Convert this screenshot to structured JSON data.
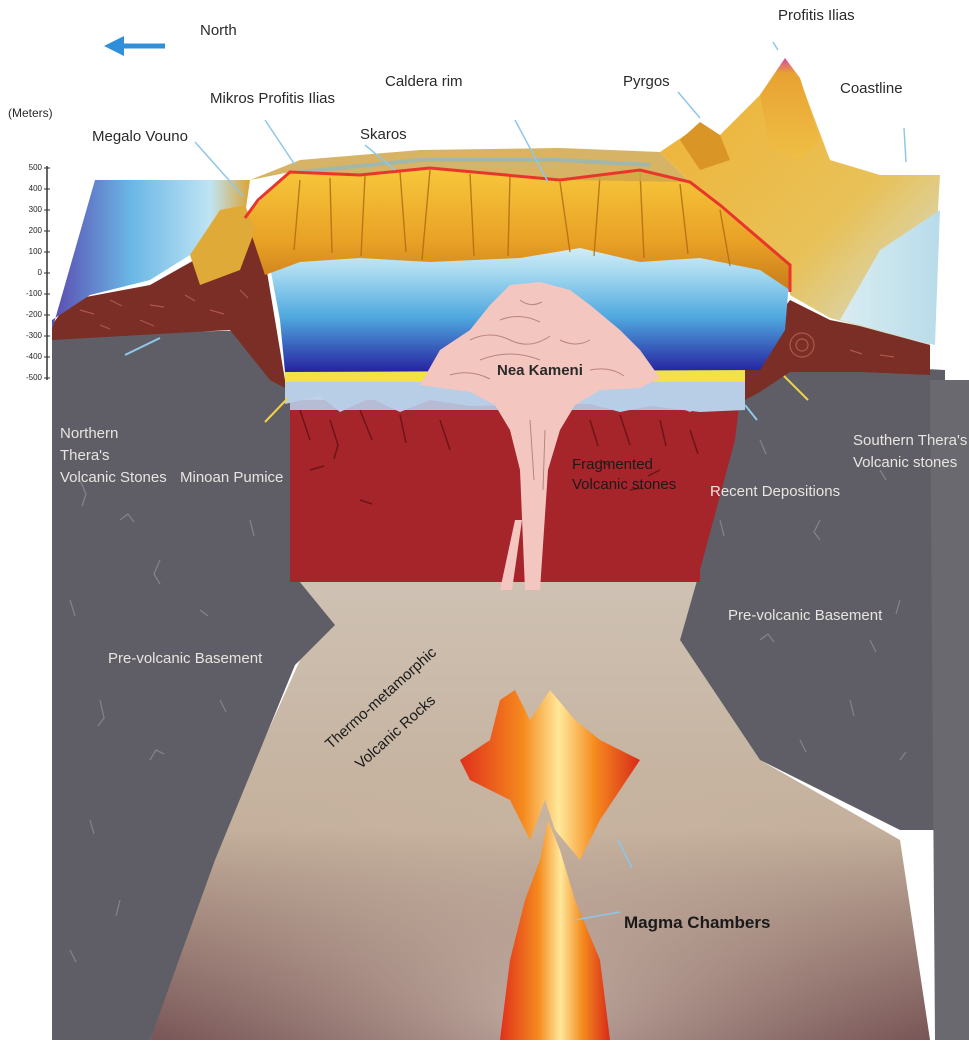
{
  "compass": {
    "direction": "North",
    "icon": "arrow-left-icon"
  },
  "scale": {
    "unit": "(Meters)",
    "ticks": [
      "500",
      "400",
      "300",
      "200",
      "100",
      "0",
      "-100",
      "-200",
      "-300",
      "-400",
      "-500"
    ]
  },
  "surface_labels": {
    "megalo_vouno": "Megalo Vouno",
    "mikros_profitis_ilias": "Mikros Profitis Ilias",
    "skaros": "Skaros",
    "caldera_rim": "Caldera rim",
    "pyrgos": "Pyrgos",
    "profitis_ilias": "Profitis Ilias",
    "coastline": "Coastline"
  },
  "layer_labels": {
    "nea_kameni": "Nea Kameni",
    "northern_volcanic": [
      "Northern",
      "Thera's",
      "Volcanic Stones"
    ],
    "minoan_pumice": "Minoan Pumice",
    "fragmented": [
      "Fragmented",
      "Volcanic stones"
    ],
    "recent_depositions": "Recent Depositions",
    "southern_volcanic": [
      "Southern Thera's",
      "Volcanic stones"
    ],
    "prevolcanic_left": "Pre-volcanic Basement",
    "prevolcanic_right": "Pre-volcanic Basement",
    "thermo": [
      "Thermo-metamorphic",
      "Volcanic Rocks"
    ],
    "magma": "Magma Chambers"
  },
  "colors": {
    "basement": "#5f5e66",
    "thermo": "#c9b8a8",
    "fragmented": "#a5252b",
    "upper_brown": "#7a2e25",
    "pumice": "#f2e24a",
    "recent": "#b8cde6",
    "water_deep": "#2c2aa0",
    "water_mid": "#58b0e0",
    "water_light": "#d6eef8",
    "cliff_yellow": "#f2b92e",
    "cliff_orange": "#e08a1d",
    "nea_kameni": "#f4c6c0",
    "rim": "#e8362b",
    "magma_outer": "#e0301c",
    "magma_mid": "#f58a1d",
    "magma_inner": "#ffe89a",
    "compass_arrow": "#2f8fd8"
  }
}
